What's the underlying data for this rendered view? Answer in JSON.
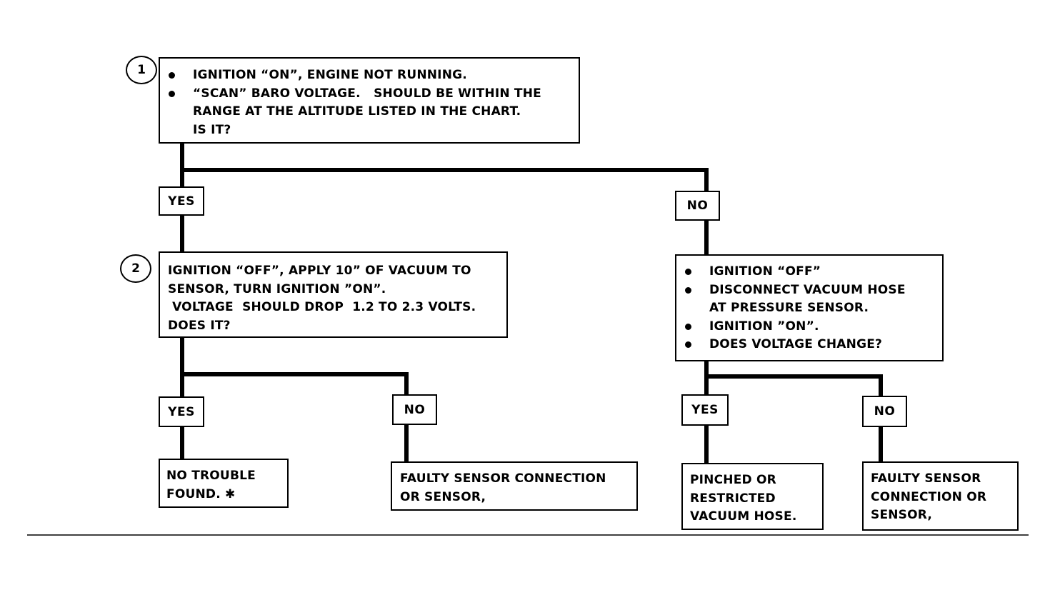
{
  "steps": {
    "s1": {
      "number": "1",
      "bullets": [
        [
          "IGNITION “ON”, ENGINE NOT RUNNING."
        ],
        [
          "“SCAN” BARO VOLTAGE.   SHOULD BE WITHIN THE",
          "RANGE AT THE ALTITUDE LISTED IN THE CHART.",
          "IS IT?"
        ]
      ]
    },
    "s2": {
      "number": "2",
      "lines": [
        "IGNITION “OFF”, APPLY 10” OF VACUUM TO",
        "SENSOR, TURN IGNITION ”ON”.",
        " VOLTAGE  SHOULD DROP  1.2 TO 2.3 VOLTS.",
        "DOES IT?"
      ]
    },
    "s3": {
      "bullets": [
        [
          "IGNITION “OFF”"
        ],
        [
          "DISCONNECT VACUUM HOSE",
          "AT PRESSURE SENSOR."
        ],
        [
          "IGNITION ”ON”."
        ],
        [
          "DOES VOLTAGE CHANGE?"
        ]
      ]
    }
  },
  "labels": {
    "yes1": "YES",
    "no1": "NO",
    "yes2": "YES",
    "no2": "NO",
    "yes3": "YES",
    "no3": "NO"
  },
  "results": {
    "r1": [
      "NO TROUBLE",
      "FOUND. ✱"
    ],
    "r2": [
      "FAULTY SENSOR CONNECTION",
      "OR SENSOR,"
    ],
    "r3": [
      "PINCHED OR",
      "RESTRICTED",
      "VACUUM HOSE."
    ],
    "r4": [
      "FAULTY SENSOR",
      "CONNECTION OR",
      "SENSOR,"
    ]
  }
}
